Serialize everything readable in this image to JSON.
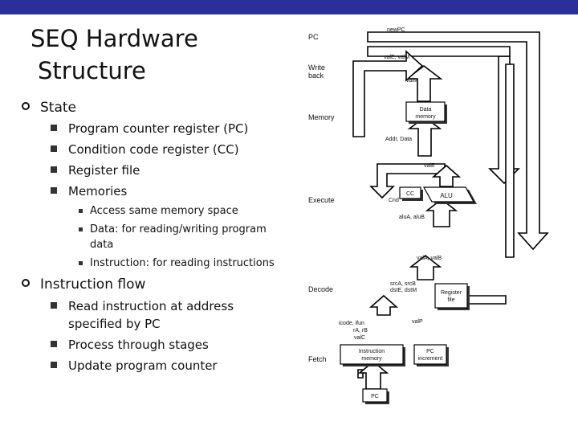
{
  "slide": {
    "title_line1": "SEQ Hardware",
    "title_line2": "Structure",
    "state": {
      "heading": "State",
      "items": [
        "Program counter register (PC)",
        "Condition code register (CC)",
        "Register file",
        "Memories"
      ],
      "memory_notes": [
        "Access same memory space",
        "Data: for reading/writing program data",
        "Instruction: for reading instructions"
      ]
    },
    "flow": {
      "heading": "Instruction flow",
      "items": [
        "Read instruction at address specified by PC",
        "Process through stages",
        "Update program counter"
      ]
    }
  },
  "diagram": {
    "stages": {
      "pc": "PC",
      "writeback_1": "Write",
      "writeback_2": "back",
      "memory": "Memory",
      "execute": "Execute",
      "decode": "Decode",
      "fetch": "Fetch"
    },
    "signals": {
      "newpc": "newPC",
      "vale_valm": "valE, valM",
      "valm": "valM",
      "addr_data": "Addr, Data",
      "vale": "valE",
      "cnd": "Cnd",
      "alua_alub": "aluA, aluB",
      "vala_valb": "valA, valB",
      "srca_srcb": "srcA, srcB",
      "dste_dstm": "dstE, dstM",
      "valp": "valP",
      "icode_ifun": "icode, ifun",
      "ra_rb": "rA, rB",
      "valc": "valC"
    },
    "units": {
      "data_memory_1": "Data",
      "data_memory_2": "memory",
      "cc": "CC",
      "alu": "ALU",
      "register_file_1": "Register",
      "register_file_2": "file",
      "instruction_memory_1": "Instruction",
      "instruction_memory_2": "memory",
      "pc_increment_1": "PC",
      "pc_increment_2": "increment",
      "pc_register": "PC"
    },
    "colors": {
      "flow_fill": "#ffffff",
      "stroke": "#000000",
      "unit_shadow": "#333333"
    }
  }
}
